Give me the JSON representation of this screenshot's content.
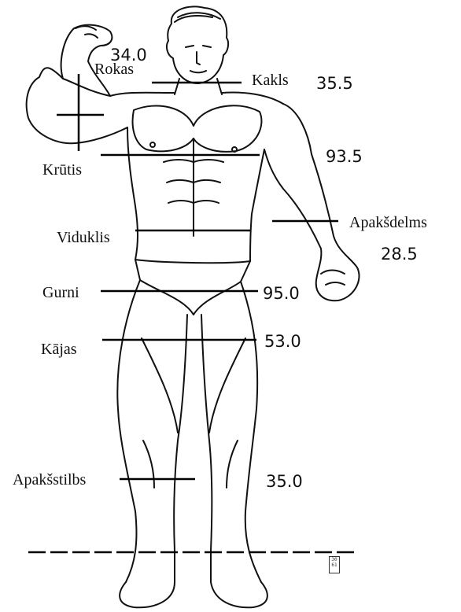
{
  "labels": {
    "rokas": "Rokas",
    "kakls": "Kakls",
    "krutis": "Krūtis",
    "viduklis": "Viduklis",
    "apaksdelms": "Apakšdelms",
    "gurni": "Gurni",
    "kajas": "Kājas",
    "apaksstilbs": "Apakšstilbs"
  },
  "values": {
    "rokas": "34.0",
    "kakls": "35.5",
    "krutis": "93.5",
    "apaksdelms": "28.5",
    "gurni": "95.0",
    "kajas": "53.0",
    "apaksstilbs": "35.0"
  },
  "corner_mark": "30 61",
  "colors": {
    "ink": "#111111",
    "paper": "#ffffff"
  }
}
